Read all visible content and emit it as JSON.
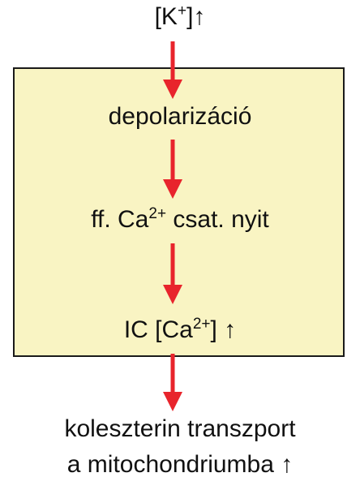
{
  "steps": {
    "top": {
      "prefix": "[K",
      "sup": "+",
      "suffix": "]↑"
    },
    "s1": {
      "text": "depolarizáció"
    },
    "s2": {
      "prefix": "ff. Ca",
      "sup": "2+",
      "suffix": " csat. nyit"
    },
    "s3": {
      "prefix": "IC [Ca",
      "sup": "2+",
      "suffix": "] ↑"
    },
    "s4": {
      "line1": "koleszterin transzport",
      "line2": "a mitochondriumba ↑"
    }
  },
  "colors": {
    "box_fill": "#f9f4c3",
    "box_border": "#1a1a1a",
    "arrow": "#e8242c"
  }
}
